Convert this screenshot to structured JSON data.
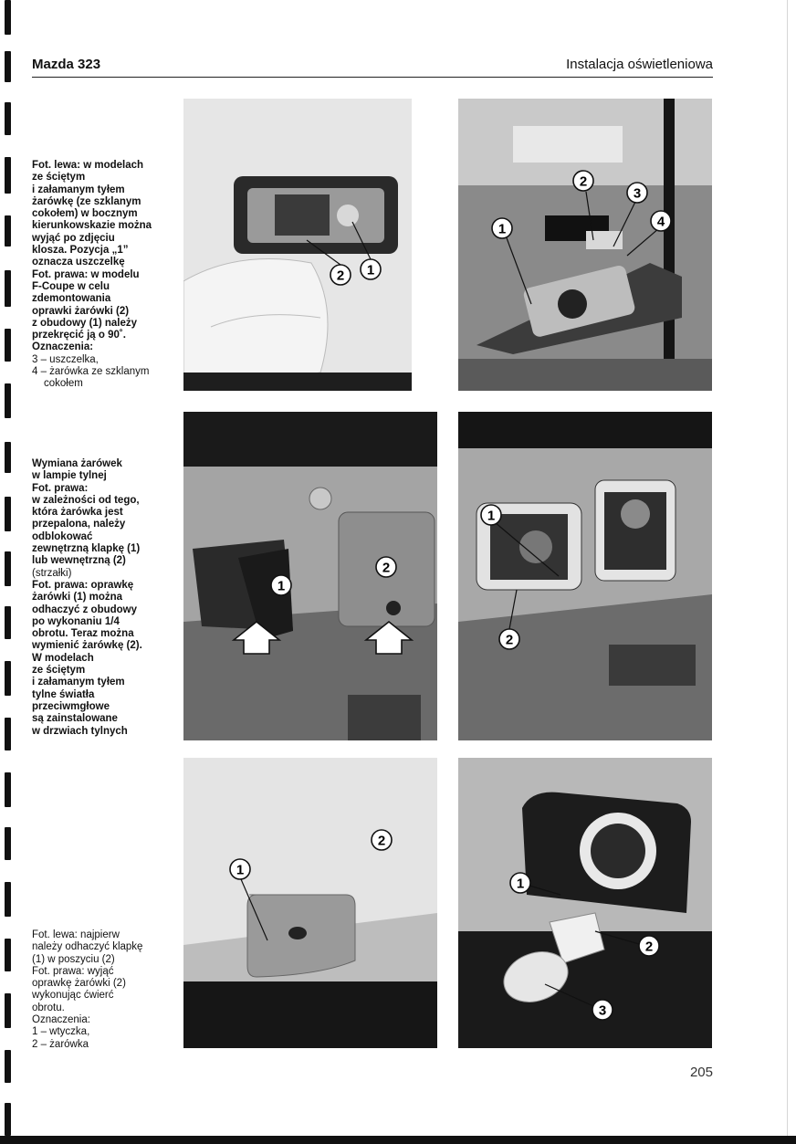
{
  "header": {
    "title": "Mazda 323",
    "section": "Instalacja oświetleniowa"
  },
  "captions": [
    {
      "lines": [
        {
          "text": "Fot. lewa: w modelach",
          "bold": true
        },
        {
          "text": "ze ściętym",
          "bold": true
        },
        {
          "text": "i załamanym tyłem",
          "bold": true
        },
        {
          "text": "żarówkę (ze szklanym",
          "bold": true
        },
        {
          "text": "cokołem) w bocznym",
          "bold": true
        },
        {
          "text": "kierunkowskazie można",
          "bold": true
        },
        {
          "text": "wyjąć po zdjęciu",
          "bold": true
        },
        {
          "text": "klosza. Pozycja „1”",
          "bold": true
        },
        {
          "text": "oznacza uszczelkę",
          "bold": true
        },
        {
          "text": "Fot. prawa: w modelu",
          "bold": true
        },
        {
          "text": "F-Coupe w celu",
          "bold": true
        },
        {
          "text": "zdemontowania",
          "bold": true
        },
        {
          "text": "oprawki żarówki (2)",
          "bold": true
        },
        {
          "text": "z obudowy (1) należy",
          "bold": true
        },
        {
          "text": "przekręcić ją o 90˚.",
          "bold": true
        },
        {
          "text": "Oznaczenia:",
          "bold": true
        },
        {
          "text": "3 – uszczelka,",
          "bold": false
        },
        {
          "text": "4 – żarówka ze szklanym",
          "bold": false
        },
        {
          "text": "cokołem",
          "bold": false,
          "indent": true
        }
      ]
    },
    {
      "lines": [
        {
          "text": "Wymiana żarówek",
          "bold": true
        },
        {
          "text": "w lampie tylnej",
          "bold": true
        },
        {
          "text": "Fot. prawa:",
          "bold": true
        },
        {
          "text": "w zależności od tego,",
          "bold": true
        },
        {
          "text": "która żarówka jest",
          "bold": true
        },
        {
          "text": "przepalona, należy",
          "bold": true
        },
        {
          "text": "odblokować",
          "bold": true
        },
        {
          "text": "zewnętrzną klapkę (1)",
          "bold": true
        },
        {
          "text": "lub wewnętrzną (2)",
          "bold": true
        },
        {
          "text": "(strzałki)",
          "bold": false
        },
        {
          "text": "Fot. prawa: oprawkę",
          "bold": true
        },
        {
          "text": "żarówki (1) można",
          "bold": true
        },
        {
          "text": "odhaczyć z obudowy",
          "bold": true
        },
        {
          "text": "po wykonaniu 1/4",
          "bold": true
        },
        {
          "text": "obrotu. Teraz można",
          "bold": true
        },
        {
          "text": "wymienić żarówkę (2).",
          "bold": true
        },
        {
          "text": "W modelach",
          "bold": true
        },
        {
          "text": "ze ściętym",
          "bold": true
        },
        {
          "text": "i załamanym tyłem",
          "bold": true
        },
        {
          "text": "tylne światła",
          "bold": true
        },
        {
          "text": "przeciwmgłowe",
          "bold": true
        },
        {
          "text": "są zainstalowane",
          "bold": true
        },
        {
          "text": "w drzwiach tylnych",
          "bold": true
        }
      ]
    },
    {
      "lines": [
        {
          "text": "Fot. lewa: najpierw",
          "bold": false
        },
        {
          "text": "należy odhaczyć klapkę",
          "bold": false
        },
        {
          "text": "(1) w poszyciu (2)",
          "bold": false
        },
        {
          "text": "Fot. prawa: wyjąć",
          "bold": false
        },
        {
          "text": "oprawkę żarówki (2)",
          "bold": false
        },
        {
          "text": "wykonując ćwierć",
          "bold": false
        },
        {
          "text": "obrotu.",
          "bold": false
        },
        {
          "text": "Oznaczenia:",
          "bold": false
        },
        {
          "text": "1 – wtyczka,",
          "bold": false
        },
        {
          "text": "2 – żarówka",
          "bold": false
        }
      ]
    }
  ],
  "photos": [
    {
      "name": "photo-side-indicator",
      "callouts": [
        "2",
        "1"
      ]
    },
    {
      "name": "photo-fcoupe-bulb-holder",
      "callouts": [
        "1",
        "2",
        "3",
        "4"
      ]
    },
    {
      "name": "photo-tail-lamp-flaps",
      "callouts": [
        "1",
        "2"
      ]
    },
    {
      "name": "photo-tail-lamp-holder",
      "callouts": [
        "1",
        "2"
      ]
    },
    {
      "name": "photo-fog-lamp-flap",
      "callouts": [
        "2",
        "1"
      ]
    },
    {
      "name": "photo-fog-lamp-bulb",
      "callouts": [
        "1",
        "2",
        "3"
      ]
    }
  ],
  "page_number": "205"
}
